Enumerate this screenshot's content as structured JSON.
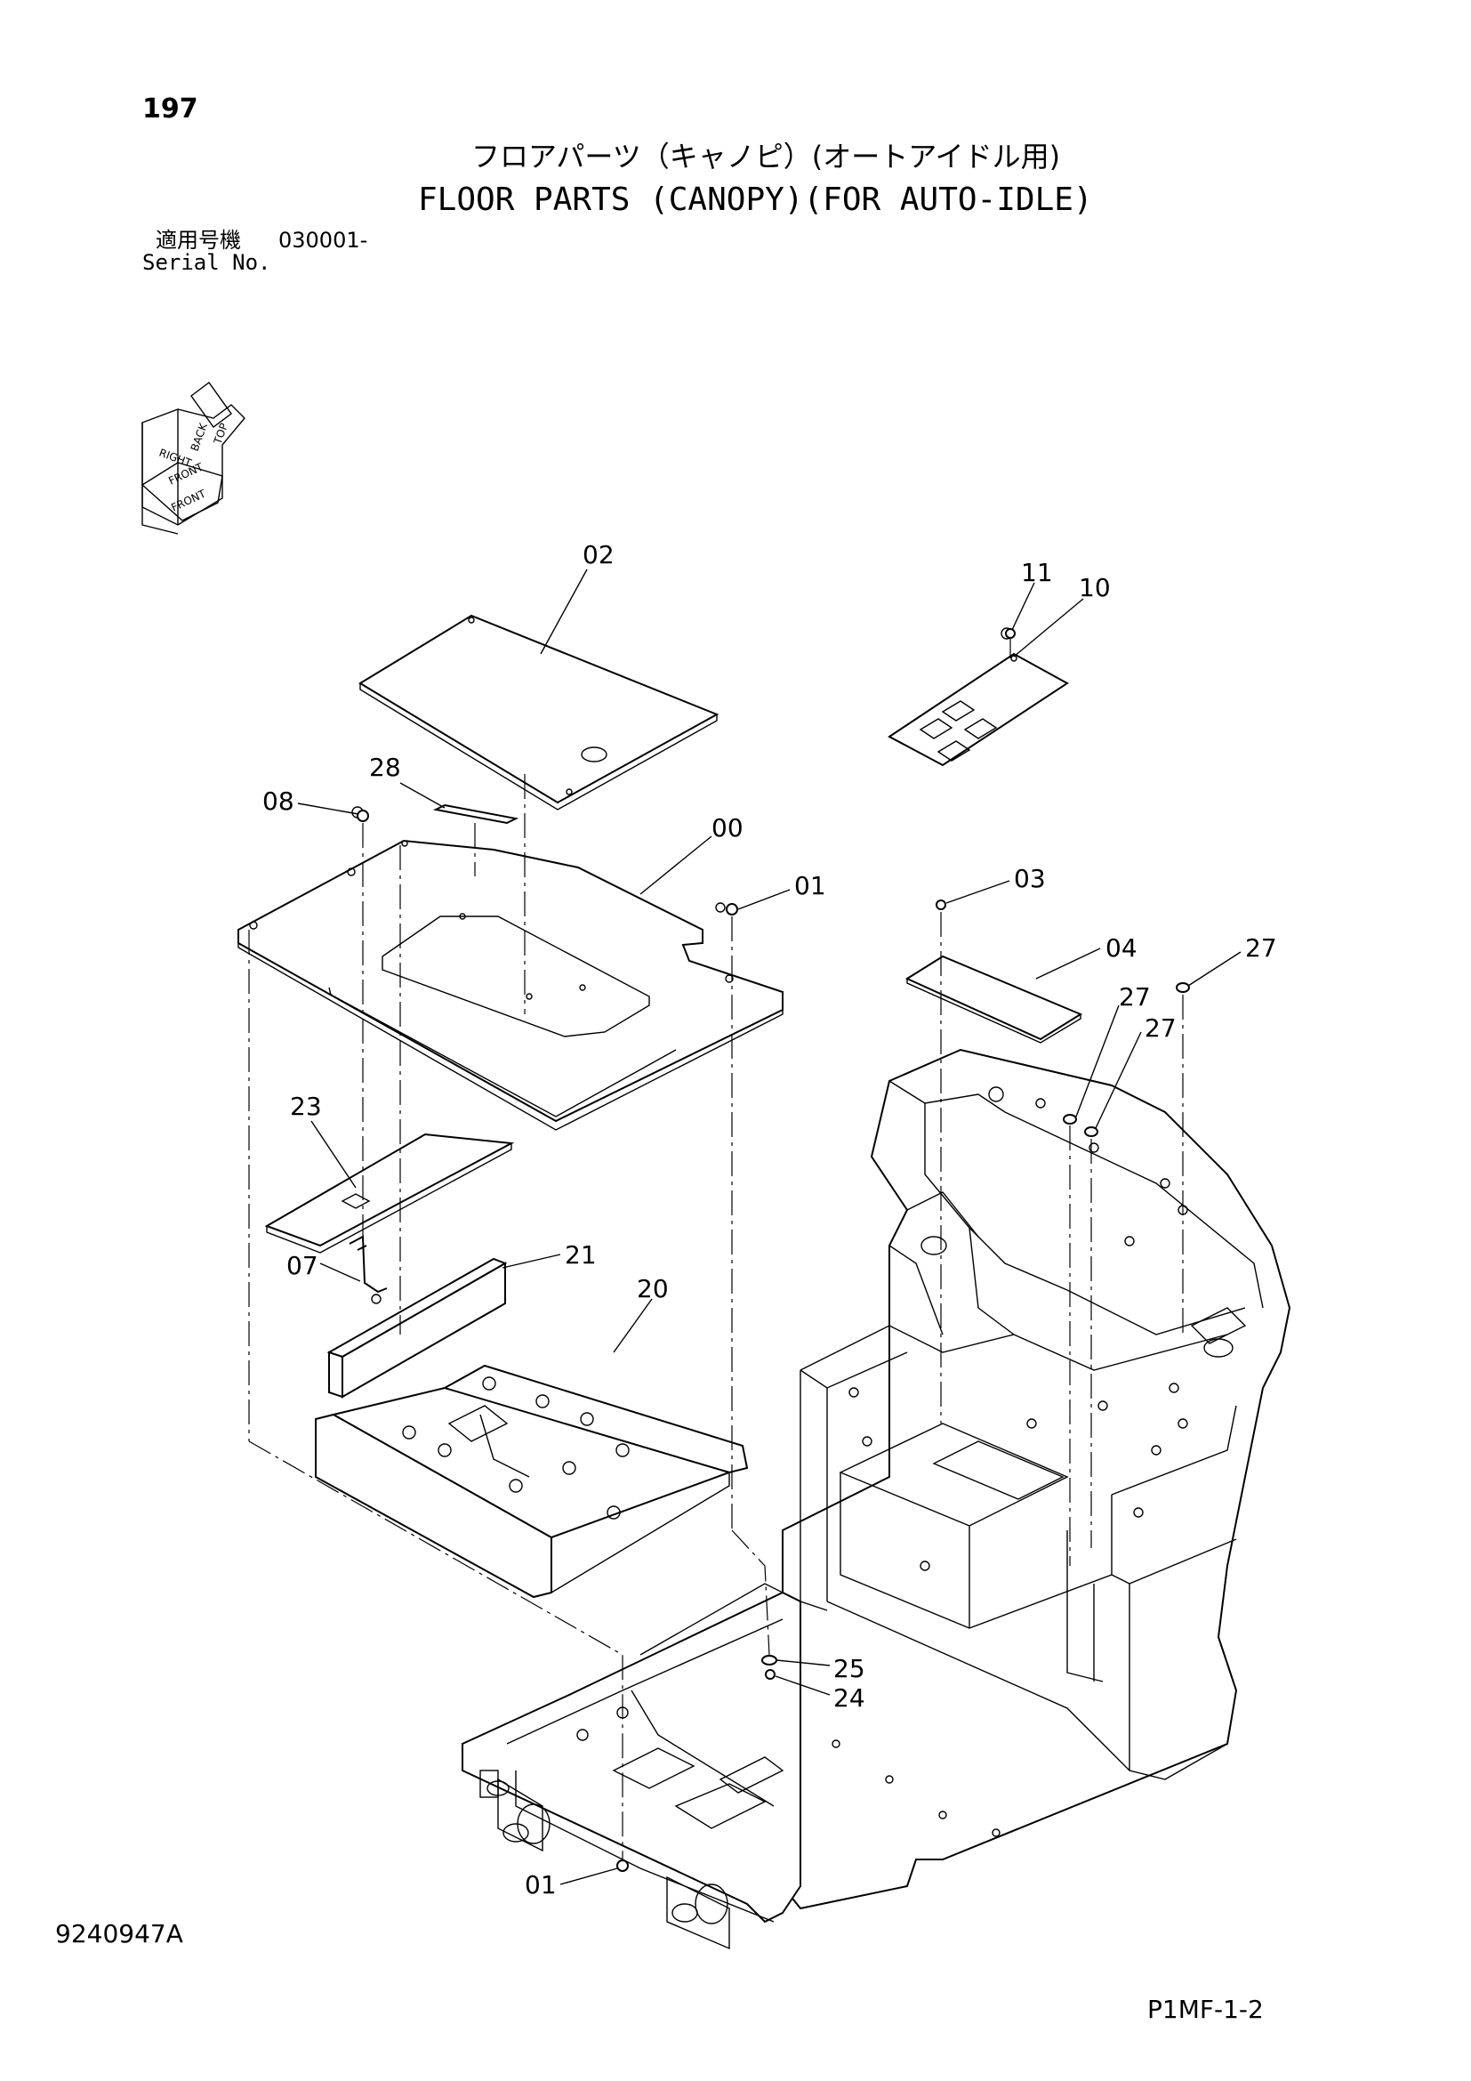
{
  "header": {
    "page_number": "197",
    "title_jp": "フロアパーツ（キャノピ）(オートアイドル用)",
    "title_en": "FLOOR PARTS (CANOPY)(FOR AUTO-IDLE)",
    "serial_label_jp": "適用号機",
    "serial_range": "030001-",
    "serial_label_en": "Serial No."
  },
  "orientation_icon": {
    "labels": [
      "TOP",
      "BACK",
      "RIGHT",
      "FRONT",
      "FRONT"
    ]
  },
  "callouts": [
    {
      "id": "00",
      "text": "00"
    },
    {
      "id": "01a",
      "text": "01"
    },
    {
      "id": "01b",
      "text": "01"
    },
    {
      "id": "02",
      "text": "02"
    },
    {
      "id": "03",
      "text": "03"
    },
    {
      "id": "04",
      "text": "04"
    },
    {
      "id": "07",
      "text": "07"
    },
    {
      "id": "08",
      "text": "08"
    },
    {
      "id": "10",
      "text": "10"
    },
    {
      "id": "11",
      "text": "11"
    },
    {
      "id": "20",
      "text": "20"
    },
    {
      "id": "21",
      "text": "21"
    },
    {
      "id": "23",
      "text": "23"
    },
    {
      "id": "24",
      "text": "24"
    },
    {
      "id": "25",
      "text": "25"
    },
    {
      "id": "27a",
      "text": "27"
    },
    {
      "id": "27b",
      "text": "27"
    },
    {
      "id": "27c",
      "text": "27"
    },
    {
      "id": "28",
      "text": "28"
    }
  ],
  "footer": {
    "doc_code": "9240947A",
    "page_code": "P1MF-1-2"
  }
}
